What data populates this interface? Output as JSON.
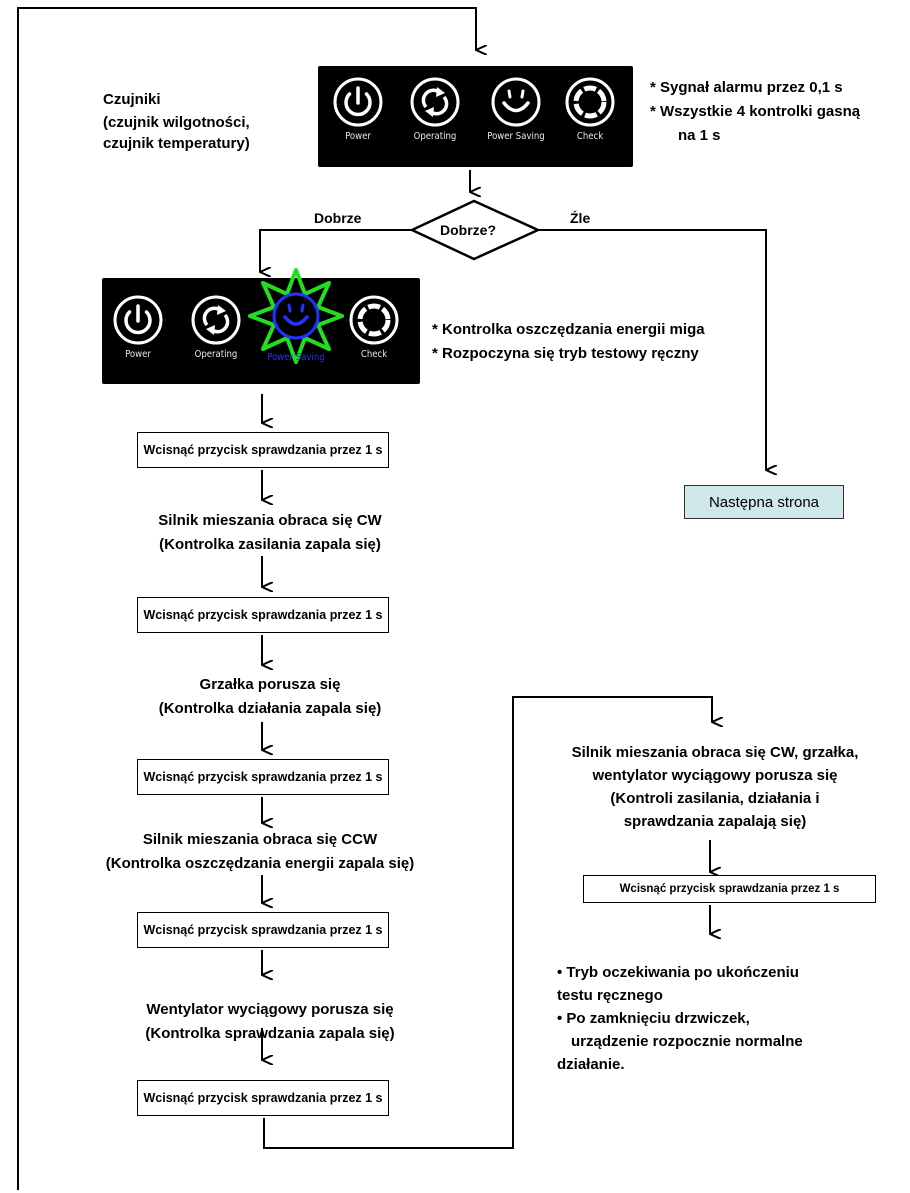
{
  "sensors": {
    "line1": "Czujniki",
    "line2": "(czujnik wilgotności,",
    "line3": "czujnik temperatury)"
  },
  "top_notes": {
    "line1": "* Sygnał alarmu przez 0,1 s",
    "line2": "* Wszystkie 4 kontrolki gasną",
    "line3": "na 1 s"
  },
  "panel_labels": {
    "power": "Power",
    "operating": "Operating",
    "power_saving": "Power Saving",
    "check": "Check"
  },
  "decision": {
    "question": "Dobrze?",
    "yes": "Dobrze",
    "no": "Źle"
  },
  "blink_notes": {
    "line1": "* Kontrolka oszczędzania energii miga",
    "line2": "* Rozpoczyna się tryb testowy ręczny"
  },
  "next_page": "Następna strona",
  "press_label": "Wcisnąć przycisk sprawdzania przez 1 s",
  "steps": {
    "s1": {
      "line1": "Silnik mieszania obraca się CW",
      "line2": "(Kontrolka zasilania zapala się)"
    },
    "s2": {
      "line1": "Grzałka porusza się",
      "line2": "(Kontrolka działania zapala się)"
    },
    "s3": {
      "line1": "Silnik mieszania obraca się CCW",
      "line2": "(Kontrolka oszczędzania energii zapala się)"
    },
    "s4": {
      "line1": "Wentylator wyciągowy  porusza się",
      "line2": "(Kontrolka sprawdzania zapala się)"
    },
    "s5": {
      "line1": "Silnik mieszania obraca się CW, grzałka,",
      "line2": "wentylator wyciągowy porusza się",
      "line3": "(Kontroli zasilania, działania i",
      "line4": "sprawdzania zapalają się)"
    }
  },
  "final_notes": {
    "line1": "• Tryb oczekiwania po ukończeniu",
    "line2": "testu ręcznego",
    "line3": "• Po zamknięciu drzwiczek,",
    "line4": "urządzenie rozpocznie normalne",
    "line5": "działanie."
  },
  "colors": {
    "highlight_star": "#22dd22",
    "highlight_lamp": "#2233ff",
    "next_page_fill": "#cfe9ea"
  }
}
